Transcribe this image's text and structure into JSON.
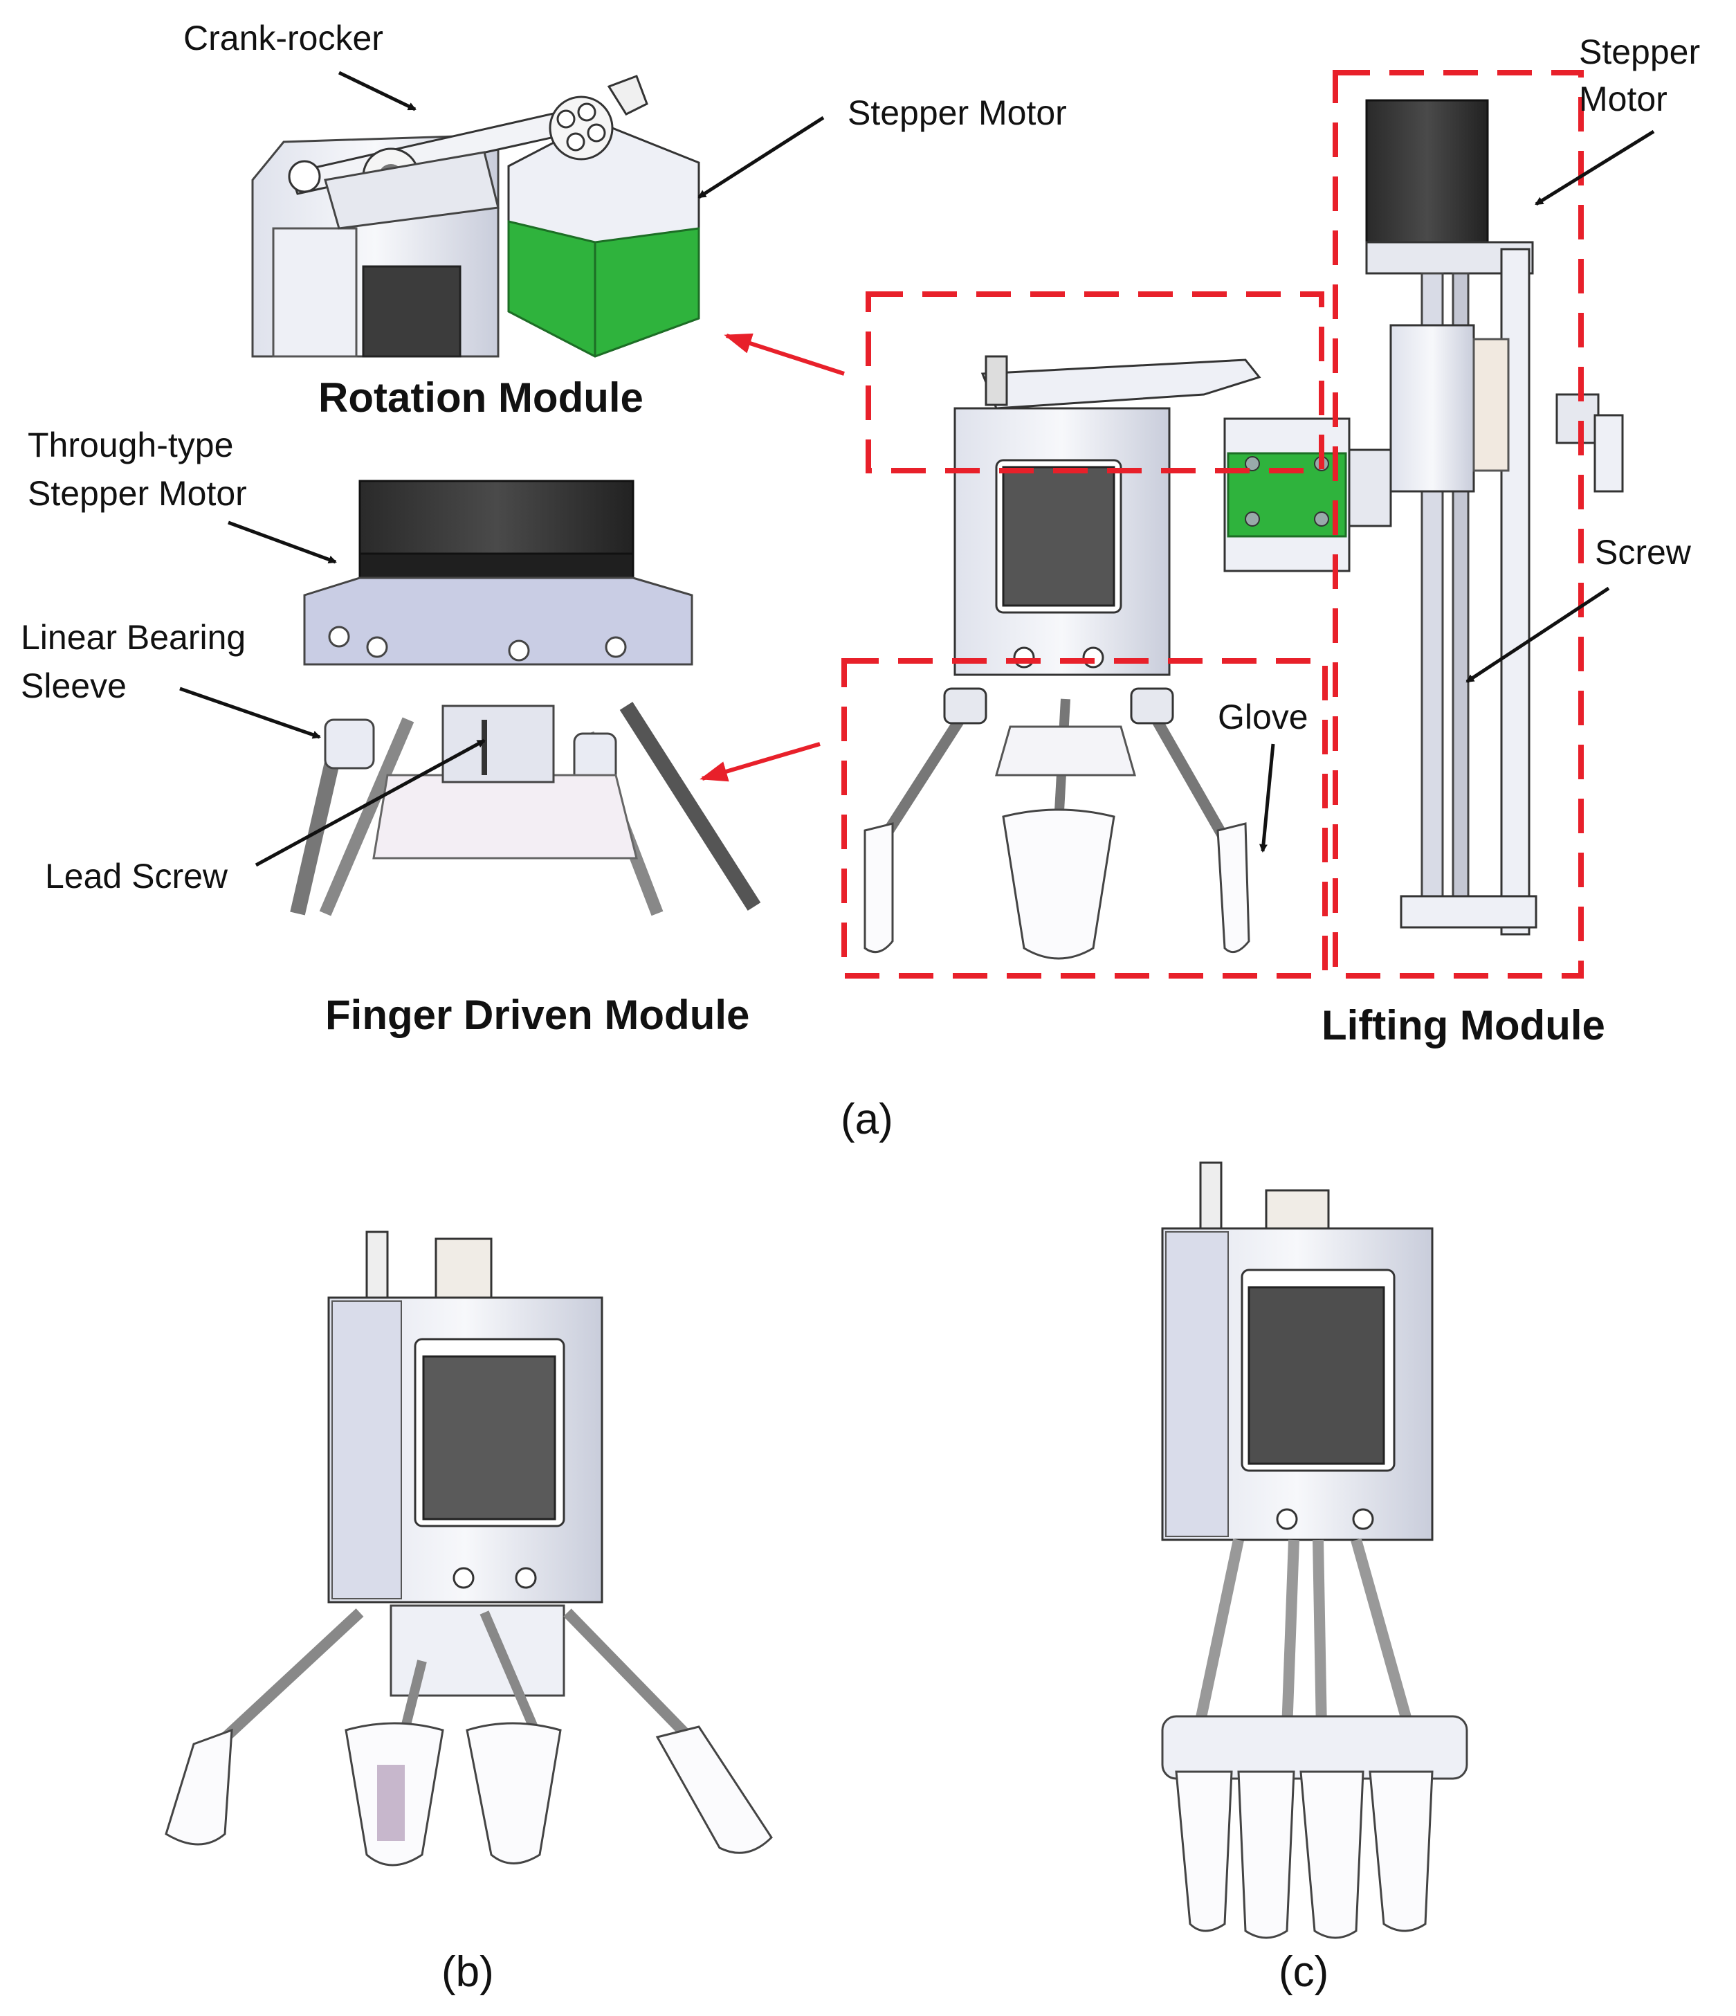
{
  "labels": {
    "crank_rocker": "Crank-rocker",
    "stepper_motor_rotation": "Stepper Motor",
    "stepper_motor_lifting_1": "Stepper",
    "stepper_motor_lifting_2": "Motor",
    "rotation_module": "Rotation Module",
    "through_type_1": "Through-type",
    "through_type_2": "Stepper Motor",
    "linear_bearing_1": "Linear Bearing",
    "linear_bearing_2": "Sleeve",
    "lead_screw": "Lead Screw",
    "screw": "Screw",
    "glove": "Glove",
    "finger_driven_module": "Finger Driven Module",
    "lifting_module": "Lifting Module"
  },
  "panels": {
    "a": "(a)",
    "b": "(b)",
    "c": "(c)"
  },
  "colors": {
    "highlight_box": "#e8202a",
    "arrow_red": "#e8202a",
    "motor_green": "#2fb33d",
    "motor_dark": "#3a3a3a",
    "frame_light": "#eef0f6",
    "line": "#222222"
  }
}
